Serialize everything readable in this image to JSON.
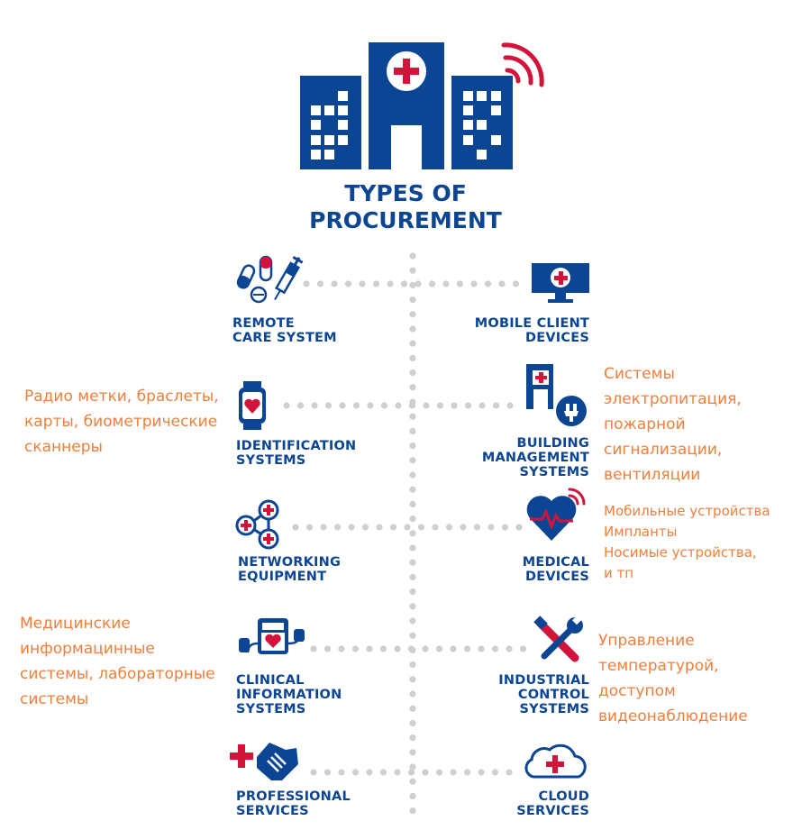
{
  "title": "TYPES OF\nPROCUREMENT",
  "colors": {
    "navy": "#0d4595",
    "red": "#d2143a",
    "orange": "#f07f3c",
    "dots": "#cfcfcf"
  },
  "left_items": [
    {
      "label": "REMOTE\nCARE SYSTEM",
      "icon": "pills-syringe-icon"
    },
    {
      "label": "IDENTIFICATION\nSYSTEMS",
      "icon": "smartwatch-heart-icon"
    },
    {
      "label": "NETWORKING\nEQUIPMENT",
      "icon": "network-nodes-icon"
    },
    {
      "label": "CLINICAL\nINFORMATION\nSYSTEMS",
      "icon": "heart-monitor-icon"
    },
    {
      "label": "PROFESSIONAL\nSERVICES",
      "icon": "handshake-cross-icon"
    }
  ],
  "right_items": [
    {
      "label": "MOBILE CLIENT\nDEVICES",
      "icon": "monitor-cross-icon"
    },
    {
      "label": "BUILDING\nMANAGEMENT\nSYSTEMS",
      "icon": "building-plug-icon"
    },
    {
      "label": "MEDICAL\nDEVICES",
      "icon": "heart-pulse-wireless-icon"
    },
    {
      "label": "INDUSTRIAL\nCONTROL\nSYSTEMS",
      "icon": "tools-icon"
    },
    {
      "label": "CLOUD\nSERVICES",
      "icon": "cloud-cross-icon"
    }
  ],
  "notes": {
    "identification": "Радио метки, браслеты,\nкарты, биометрические\nсканнеры",
    "building": "Системы\nэлектропитация,\nпожарной\nсигнализации,\nвентиляции",
    "medical": "Мобильные устройства\nИмпланты\nНосимые устройства,\nи тп",
    "clinical": "Медицинские\nинформацинные\nсистемы, лабораторные\nсистемы",
    "industrial": "Управление\nтемпературой,\nдоступом\nвидеонаблюдение"
  }
}
